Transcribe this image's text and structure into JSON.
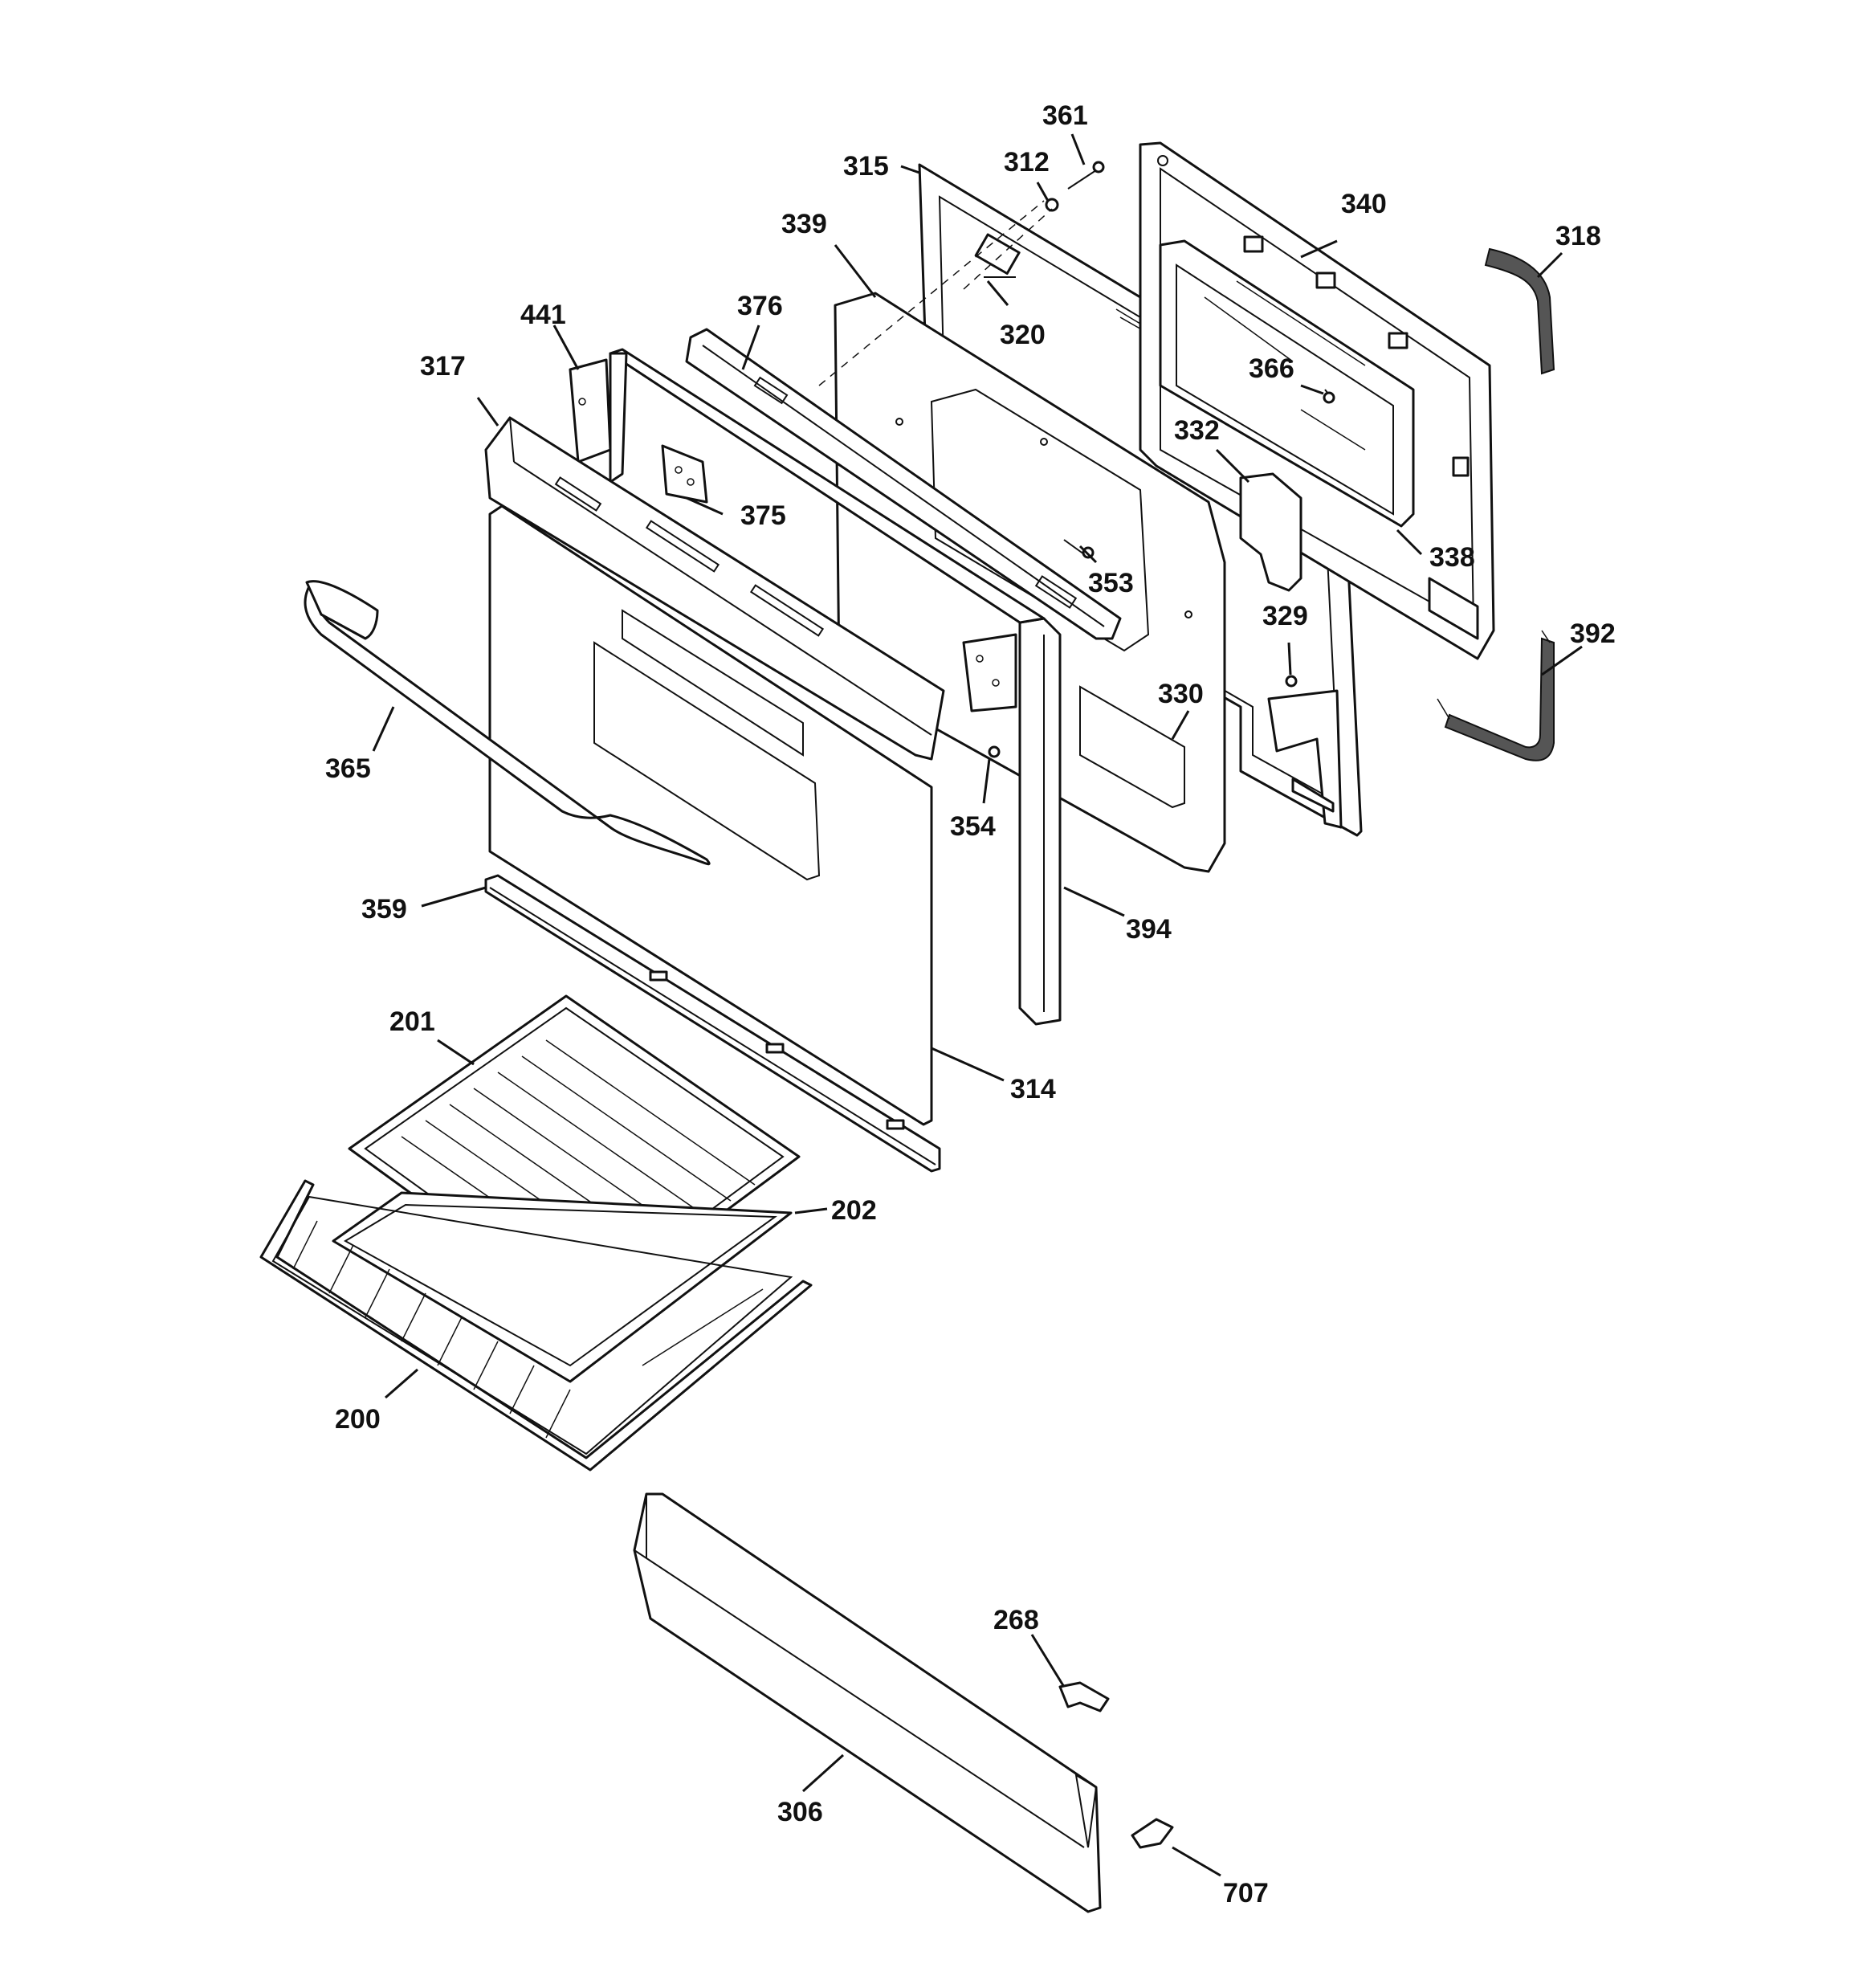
{
  "diagram": {
    "callouts": [
      {
        "id": "361",
        "text": "361"
      },
      {
        "id": "312",
        "text": "312"
      },
      {
        "id": "315",
        "text": "315"
      },
      {
        "id": "340",
        "text": "340"
      },
      {
        "id": "318",
        "text": "318"
      },
      {
        "id": "339",
        "text": "339"
      },
      {
        "id": "376",
        "text": "376"
      },
      {
        "id": "320",
        "text": "320"
      },
      {
        "id": "441",
        "text": "441"
      },
      {
        "id": "366",
        "text": "366"
      },
      {
        "id": "317",
        "text": "317"
      },
      {
        "id": "332",
        "text": "332"
      },
      {
        "id": "375",
        "text": "375"
      },
      {
        "id": "338",
        "text": "338"
      },
      {
        "id": "353",
        "text": "353"
      },
      {
        "id": "329",
        "text": "329"
      },
      {
        "id": "392",
        "text": "392"
      },
      {
        "id": "330",
        "text": "330"
      },
      {
        "id": "365",
        "text": "365"
      },
      {
        "id": "354",
        "text": "354"
      },
      {
        "id": "359",
        "text": "359"
      },
      {
        "id": "394",
        "text": "394"
      },
      {
        "id": "201",
        "text": "201"
      },
      {
        "id": "314",
        "text": "314"
      },
      {
        "id": "202",
        "text": "202"
      },
      {
        "id": "200",
        "text": "200"
      },
      {
        "id": "268",
        "text": "268"
      },
      {
        "id": "306",
        "text": "306"
      },
      {
        "id": "707",
        "text": "707"
      }
    ]
  }
}
